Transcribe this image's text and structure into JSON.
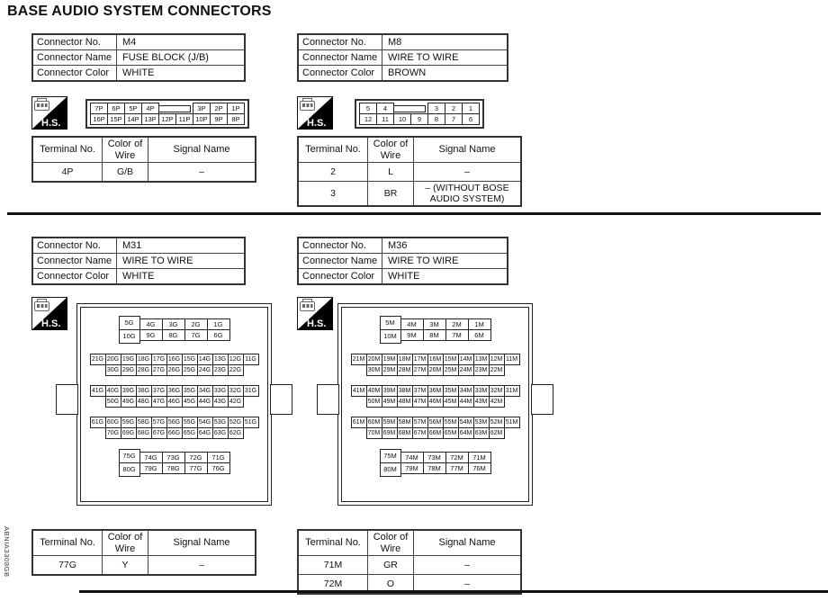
{
  "title": "BASE AUDIO SYSTEM CONNECTORS",
  "side_code": "ABNIA3308GB",
  "labels": {
    "connector_no": "Connector No.",
    "connector_name": "Connector Name",
    "connector_color": "Connector Color",
    "terminal_no": "Terminal No.",
    "color_of_wire": "Color of Wire",
    "signal_name": "Signal Name",
    "hs": "H.S."
  },
  "m4": {
    "no": "M4",
    "name": "FUSE BLOCK (J/B)",
    "color": "WHITE",
    "pins": {
      "row1": [
        "7P",
        "6P",
        "5P",
        "4P",
        "",
        "3P",
        "2P",
        "1P"
      ],
      "row2": [
        "16P",
        "15P",
        "14P",
        "13P",
        "12P",
        "11P",
        "10P",
        "9P",
        "8P"
      ]
    },
    "terminals": [
      {
        "no": "4P",
        "wire": "G/B",
        "signal": "–"
      }
    ]
  },
  "m8": {
    "no": "M8",
    "name": "WIRE TO WIRE",
    "color": "BROWN",
    "pins": {
      "row1": [
        "5",
        "4",
        "",
        "3",
        "2",
        "1"
      ],
      "row2": [
        "12",
        "11",
        "10",
        "9",
        "8",
        "7",
        "6"
      ]
    },
    "terminals": [
      {
        "no": "2",
        "wire": "L",
        "signal": "–"
      },
      {
        "no": "3",
        "wire": "BR",
        "signal": "– (WITHOUT BOSE AUDIO SYSTEM)"
      }
    ]
  },
  "m31": {
    "no": "M31",
    "name": "WIRE TO WIRE",
    "color": "WHITE",
    "grid": {
      "top": {
        "left": [
          "5G",
          "10G"
        ],
        "rows": [
          [
            "4G",
            "3G",
            "2G",
            "1G"
          ],
          [
            "9G",
            "8G",
            "7G",
            "6G"
          ]
        ]
      },
      "bands": [
        {
          "row1": [
            "21G",
            "20G",
            "19G",
            "18G",
            "17G",
            "16G",
            "15G",
            "14G",
            "13G",
            "12G",
            "11G"
          ],
          "row2": [
            "30G",
            "29G",
            "28G",
            "27G",
            "26G",
            "25G",
            "24G",
            "23G",
            "22G"
          ]
        },
        {
          "row1": [
            "41G",
            "40G",
            "39G",
            "38G",
            "37G",
            "36G",
            "35G",
            "34G",
            "33G",
            "32G",
            "31G"
          ],
          "row2": [
            "50G",
            "49G",
            "48G",
            "47G",
            "46G",
            "45G",
            "44G",
            "43G",
            "42G"
          ]
        },
        {
          "row1": [
            "61G",
            "60G",
            "59G",
            "58G",
            "57G",
            "56G",
            "55G",
            "54G",
            "53G",
            "52G",
            "51G"
          ],
          "row2": [
            "70G",
            "69G",
            "68G",
            "67G",
            "66G",
            "65G",
            "64G",
            "63G",
            "62G"
          ]
        }
      ],
      "bottom": {
        "left": [
          "75G",
          "80G"
        ],
        "rows": [
          [
            "74G",
            "73G",
            "72G",
            "71G"
          ],
          [
            "79G",
            "78G",
            "77G",
            "76G"
          ]
        ]
      }
    },
    "terminals": [
      {
        "no": "77G",
        "wire": "Y",
        "signal": "–"
      }
    ]
  },
  "m36": {
    "no": "M36",
    "name": "WIRE TO WIRE",
    "color": "WHITE",
    "grid": {
      "top": {
        "left": [
          "5M",
          "10M"
        ],
        "rows": [
          [
            "4M",
            "3M",
            "2M",
            "1M"
          ],
          [
            "9M",
            "8M",
            "7M",
            "6M"
          ]
        ]
      },
      "bands": [
        {
          "row1": [
            "21M",
            "20M",
            "19M",
            "18M",
            "17M",
            "16M",
            "15M",
            "14M",
            "13M",
            "12M",
            "11M"
          ],
          "row2": [
            "30M",
            "29M",
            "28M",
            "27M",
            "26M",
            "25M",
            "24M",
            "23M",
            "22M"
          ]
        },
        {
          "row1": [
            "41M",
            "40M",
            "39M",
            "38M",
            "37M",
            "36M",
            "35M",
            "34M",
            "33M",
            "32M",
            "31M"
          ],
          "row2": [
            "50M",
            "49M",
            "48M",
            "47M",
            "46M",
            "45M",
            "44M",
            "43M",
            "42M"
          ]
        },
        {
          "row1": [
            "61M",
            "60M",
            "59M",
            "58M",
            "57M",
            "56M",
            "55M",
            "54M",
            "53M",
            "52M",
            "51M"
          ],
          "row2": [
            "70M",
            "69M",
            "68M",
            "67M",
            "66M",
            "65M",
            "64M",
            "63M",
            "62M"
          ]
        }
      ],
      "bottom": {
        "left": [
          "75M",
          "80M"
        ],
        "rows": [
          [
            "74M",
            "73M",
            "72M",
            "71M"
          ],
          [
            "79M",
            "78M",
            "77M",
            "76M"
          ]
        ]
      }
    },
    "terminals": [
      {
        "no": "71M",
        "wire": "GR",
        "signal": "–"
      },
      {
        "no": "72M",
        "wire": "O",
        "signal": "–"
      }
    ]
  }
}
